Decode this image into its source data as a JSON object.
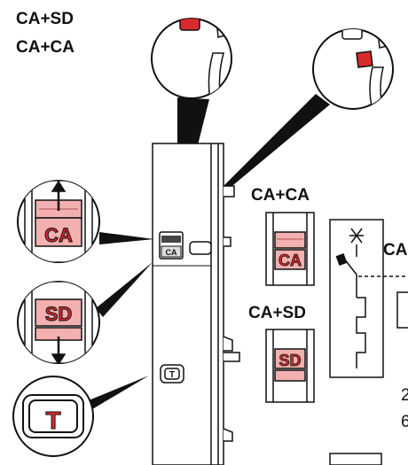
{
  "labels": {
    "title_line1": "CA+SD",
    "title_line2": "CA+CA",
    "option_ca_ca": "CA+CA",
    "option_ca_sd": "CA+SD",
    "edge_fragment_top": "CA",
    "edge_fragment_mid": "2",
    "edge_fragment_low": "6"
  },
  "slider_text": {
    "ca_zoom": "CA",
    "sd_zoom": "SD",
    "device_slot": "CA",
    "ca_card": "CA",
    "sd_card": "SD",
    "test_zoom": "T",
    "test_button": "T"
  },
  "colors": {
    "indicator_red": "#d92b2b",
    "pink_fill": "#f2b0b0",
    "line": "#111111"
  }
}
